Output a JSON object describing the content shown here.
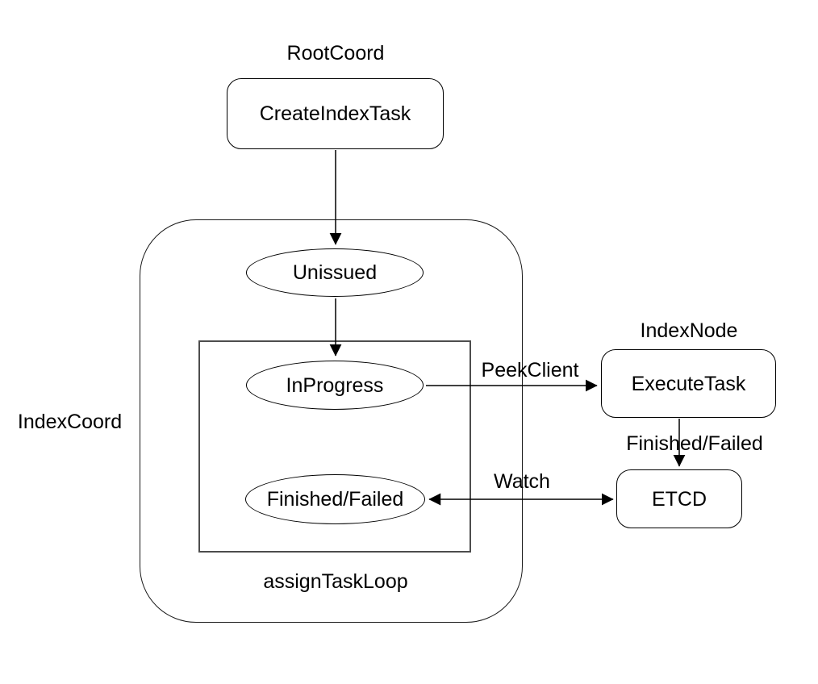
{
  "diagram": {
    "type": "flowchart",
    "colors": {
      "background": "#ffffff",
      "shape_stroke": "#000000",
      "inner_rect_stroke": "#4d4d4d",
      "text": "#000000",
      "arrow": "#000000"
    },
    "groups": {
      "root_coord": {
        "label": "RootCoord"
      },
      "index_coord": {
        "label": "IndexCoord"
      },
      "index_node": {
        "label": "IndexNode"
      },
      "assign_task_loop": {
        "label": "assignTaskLoop"
      }
    },
    "nodes": {
      "create_index_task": {
        "label": "CreateIndexTask",
        "shape": "rounded-rect"
      },
      "unissued": {
        "label": "Unissued",
        "shape": "ellipse"
      },
      "in_progress": {
        "label": "InProgress",
        "shape": "ellipse"
      },
      "finished_failed_state": {
        "label": "Finished/Failed",
        "shape": "ellipse"
      },
      "execute_task": {
        "label": "ExecuteTask",
        "shape": "rounded-rect"
      },
      "etcd": {
        "label": "ETCD",
        "shape": "rounded-rect"
      }
    },
    "edges": {
      "create_to_unissued": {
        "label": "",
        "from": "create_index_task",
        "to": "unissued"
      },
      "unissued_to_in_progress": {
        "label": "",
        "from": "unissued",
        "to": "in_progress"
      },
      "peek_client": {
        "label": "PeekClient",
        "from": "in_progress",
        "to": "execute_task"
      },
      "finished_failed": {
        "label": "Finished/Failed",
        "from": "execute_task",
        "to": "etcd"
      },
      "watch": {
        "label": "Watch",
        "from": "etcd",
        "to": "finished_failed_state",
        "bidirectional": true
      }
    }
  }
}
